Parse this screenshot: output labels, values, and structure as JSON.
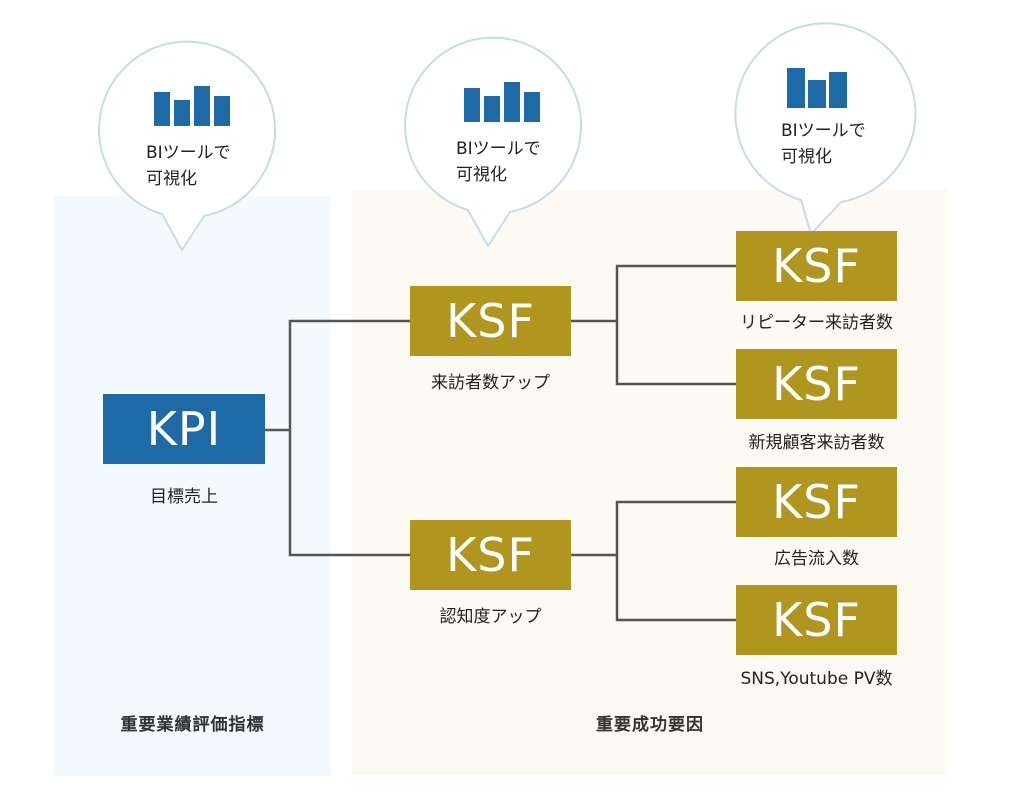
{
  "colors": {
    "kpi_box": "#1d6aa7",
    "ksf_box": "#b0951f",
    "kpi_panel": "#f3f9fd",
    "ksf_panel": "#fdfaf3",
    "connector": "#555555",
    "bubble_border": "#c9dbe6",
    "chart_icon": "#1d6aa7"
  },
  "panels": {
    "kpi_label": "重要業績評価指標",
    "ksf_label": "重要成功要因"
  },
  "bubbles": [
    {
      "line1": "BIツールで",
      "line2": "可視化",
      "icon": "bar-chart-icon"
    },
    {
      "line1": "BIツールで",
      "line2": "可視化",
      "icon": "bar-chart-icon"
    },
    {
      "line1": "BIツールで",
      "line2": "可視化",
      "icon": "bar-chart-icon"
    }
  ],
  "kpi": {
    "label": "KPI",
    "caption": "目標売上"
  },
  "ksf_mid": [
    {
      "label": "KSF",
      "caption": "来訪者数アップ"
    },
    {
      "label": "KSF",
      "caption": "認知度アップ"
    }
  ],
  "ksf_leaf": [
    {
      "label": "KSF",
      "caption": "リピーター来訪者数"
    },
    {
      "label": "KSF",
      "caption": "新規顧客来訪者数"
    },
    {
      "label": "KSF",
      "caption": "広告流入数"
    },
    {
      "label": "KSF",
      "caption": "SNS,Youtube PV数"
    }
  ]
}
